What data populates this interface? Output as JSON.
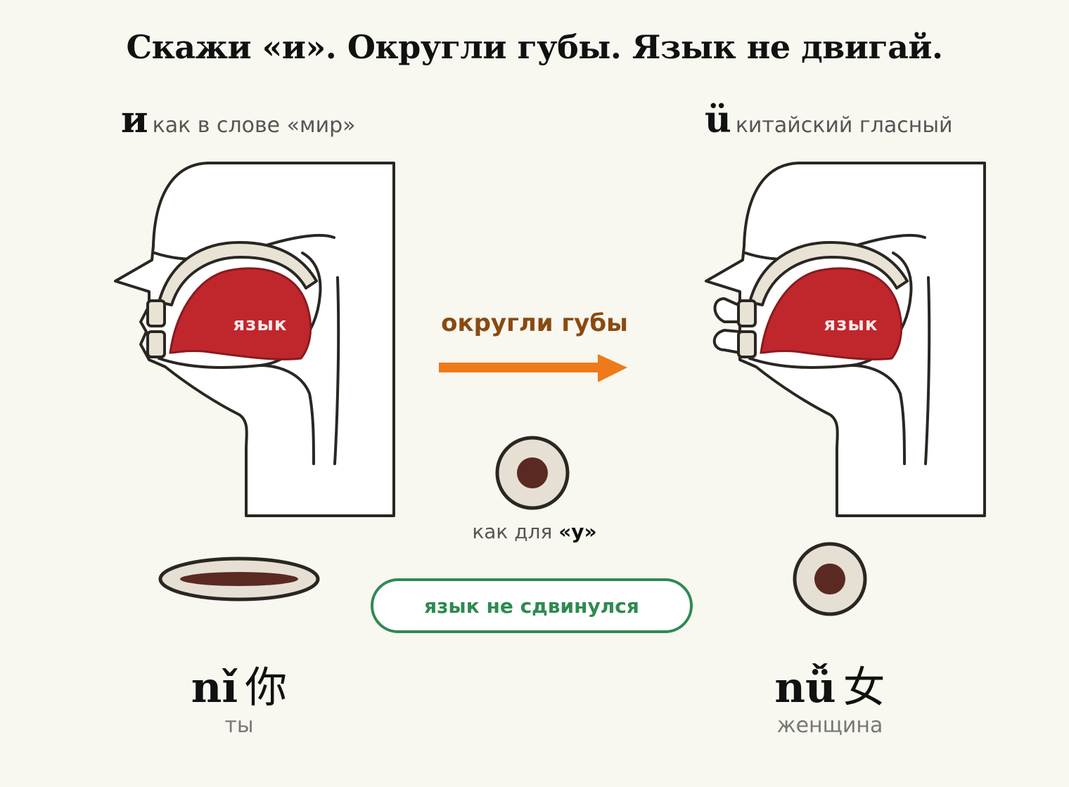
{
  "title": "Скажи «и». Округли губы. Язык не двигай.",
  "left": {
    "letter": "и",
    "caption": "как в слове «мир»",
    "tongue_label": "язык",
    "pinyin": "nǐ",
    "hanzi": "你",
    "gloss": "ты"
  },
  "right": {
    "letter": "ü",
    "caption": "китайский гласный",
    "tongue_label": "язык",
    "pinyin": "nǚ",
    "hanzi": "女",
    "gloss": "женщина"
  },
  "middle": {
    "arrow_label": "округли губы",
    "like_prefix": "как для",
    "like_sound": "«у»",
    "note": "язык не сдвинулся"
  },
  "colors": {
    "tongue": "#c0272d",
    "arrow": "#ee7a1a",
    "note_border": "#2e8a52",
    "mouth_inner": "#5a2a22",
    "lip": "#e6e0d4",
    "palate": "#e9e3d6",
    "outline": "#2a2622"
  }
}
